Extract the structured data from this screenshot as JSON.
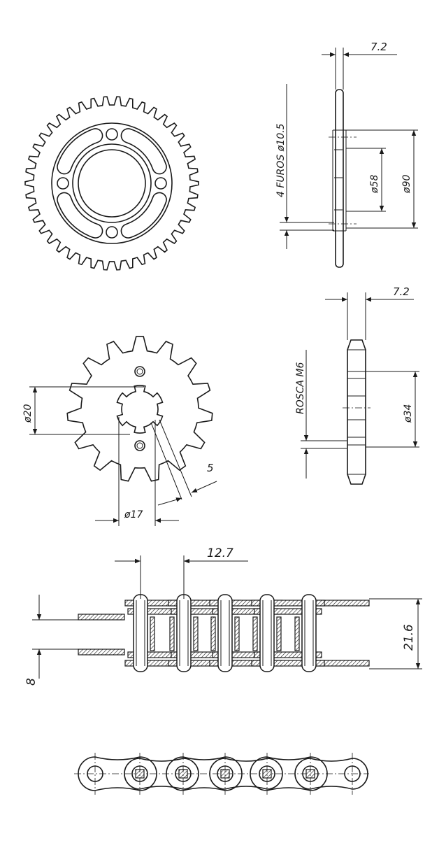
{
  "colors": {
    "ink": "#1a1a1a",
    "paper": "#ffffff"
  },
  "rear_sprocket": {
    "thickness": "7.2",
    "holes": "4 FUROS ø10.5",
    "bolt_diameter": "ø58",
    "outer_diameter": "ø90"
  },
  "front_sprocket": {
    "thickness": "7.2",
    "thread": "ROSCA M6",
    "hub_diameter": "ø34",
    "spline_diameter": "ø20",
    "bore_width": "ø17",
    "key_width": "5"
  },
  "chain": {
    "pitch": "12.7",
    "total_width": "21.6",
    "inner_width": "8"
  }
}
